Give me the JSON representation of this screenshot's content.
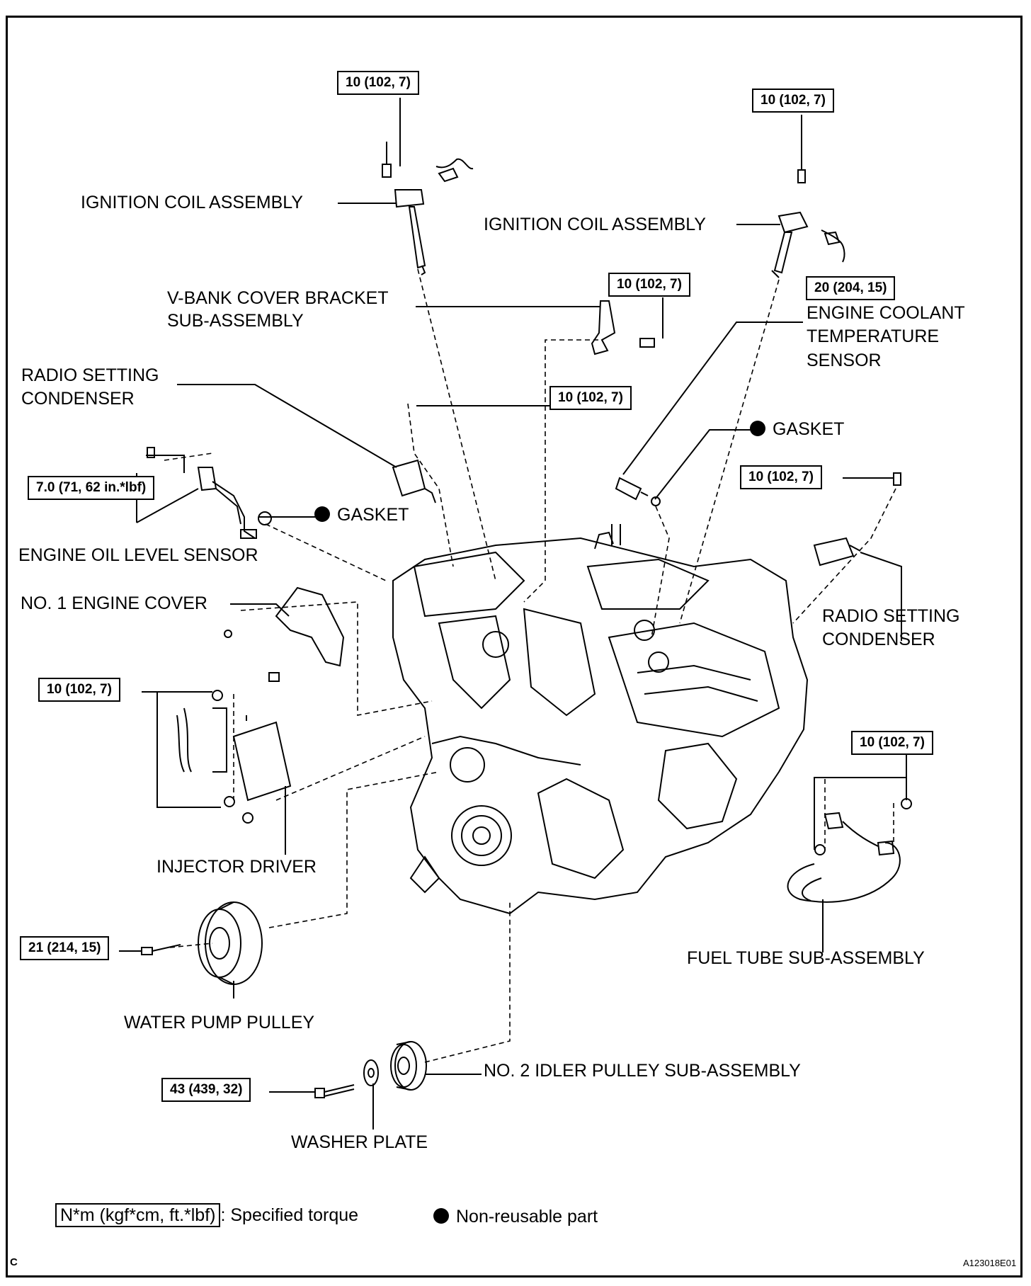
{
  "labels": {
    "ignition_coil_left": "IGNITION COIL ASSEMBLY",
    "ignition_coil_right": "IGNITION COIL ASSEMBLY",
    "v_bank_bracket_1": "V-BANK COVER BRACKET",
    "v_bank_bracket_2": "SUB-ASSEMBLY",
    "radio_condenser_left_1": "RADIO SETTING",
    "radio_condenser_left_2": "CONDENSER",
    "gasket_left": "GASKET",
    "engine_oil_level_sensor": "ENGINE OIL LEVEL SENSOR",
    "coolant_temp_1": "ENGINE COOLANT",
    "coolant_temp_2": "TEMPERATURE",
    "coolant_temp_3": "SENSOR",
    "gasket_right": "GASKET",
    "no1_engine_cover": "NO. 1 ENGINE COVER",
    "radio_condenser_right_1": "RADIO SETTING",
    "radio_condenser_right_2": "CONDENSER",
    "injector_driver": "INJECTOR DRIVER",
    "fuel_tube": "FUEL TUBE SUB-ASSEMBLY",
    "water_pump_pulley": "WATER PUMP PULLEY",
    "idler_pulley": "NO. 2 IDLER PULLEY SUB-ASSEMBLY",
    "washer_plate": "WASHER PLATE"
  },
  "torques": {
    "ignition_left": "10 (102, 7)",
    "ignition_right": "10 (102, 7)",
    "v_bank_bracket": "10 (102, 7)",
    "coolant_sensor": "20 (204, 15)",
    "center_bolt": "10 (102, 7)",
    "oil_level_sensor": "7.0 (71, 62 in.*lbf)",
    "radio_condenser_right": "10 (102, 7)",
    "injector_driver": "10 (102, 7)",
    "fuel_tube": "10 (102, 7)",
    "water_pump_pulley": "21 (214, 15)",
    "idler_pulley": "43 (439, 32)"
  },
  "legend": {
    "torque_unit": "N*m (kgf*cm, ft.*lbf)",
    "torque_desc": ": Specified torque",
    "non_reusable": "Non-reusable part"
  },
  "corner_letter": "C",
  "figure_id": "A123018E01"
}
